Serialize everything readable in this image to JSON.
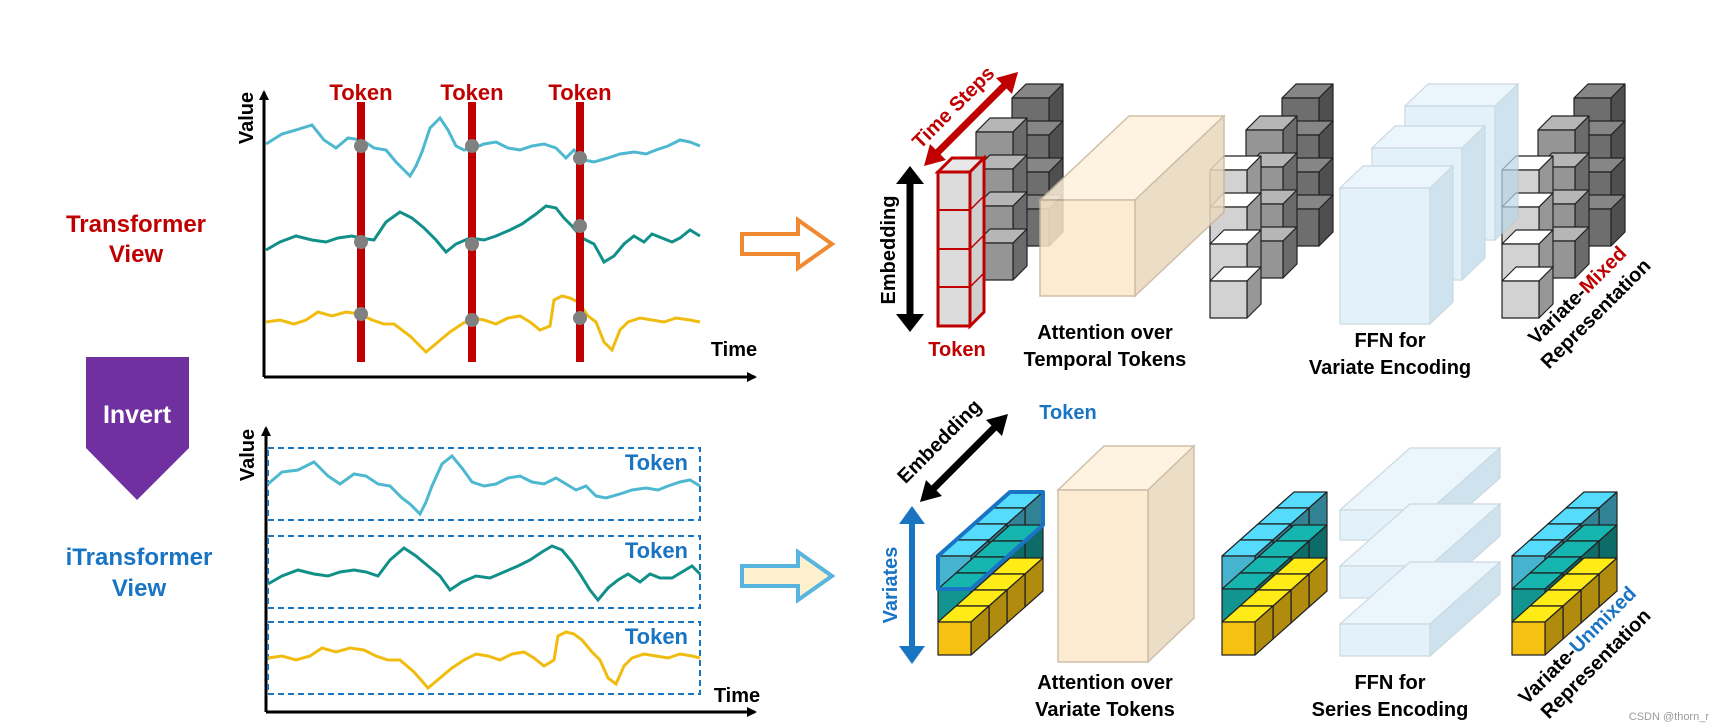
{
  "colors": {
    "red": "#c00000",
    "blue": "#1a74c4",
    "purple": "#7030a0",
    "line_top": "#4db8d0",
    "line_mid": "#11908a",
    "line_bot": "#f0bc10",
    "gray_cube": "#9a9a9a",
    "attention_block": "#fce8c8",
    "ffn_block": "#cde8f6",
    "teal_cube": "#129490",
    "cyan_cube": "#46b4cf",
    "yellow_cube": "#f5c112",
    "orange_arrow": "#ef8a33",
    "blue_arrow": "#57b5e0"
  },
  "left": {
    "transformer_view": [
      "Transformer",
      "View"
    ],
    "itransformer_view": [
      "iTransformer",
      "View"
    ],
    "invert": "Invert"
  },
  "top_chart": {
    "y_label": "Value",
    "x_label": "Time",
    "token_label": "Token"
  },
  "bottom_chart": {
    "y_label": "Value",
    "x_label": "Time",
    "token_label": "Token"
  },
  "top_diagram": {
    "time_steps": "Time Steps",
    "embedding": "Embedding",
    "token": "Token",
    "attention": [
      "Attention over",
      "Temporal Tokens"
    ],
    "ffn": [
      "FFN for",
      "Variate Encoding"
    ],
    "repr_prefix": "Variate-",
    "repr_highlight": "Mixed",
    "repr_line2": "Representation"
  },
  "bottom_diagram": {
    "embedding": "Embedding",
    "token": "Token",
    "variates": "Variates",
    "attention": [
      "Attention over",
      "Variate Tokens"
    ],
    "ffn": [
      "FFN for",
      "Series Encoding"
    ],
    "repr_prefix": "Variate-",
    "repr_highlight": "Unmixed",
    "repr_line2": "Representation"
  },
  "watermark": "CSDN @thorn_r"
}
